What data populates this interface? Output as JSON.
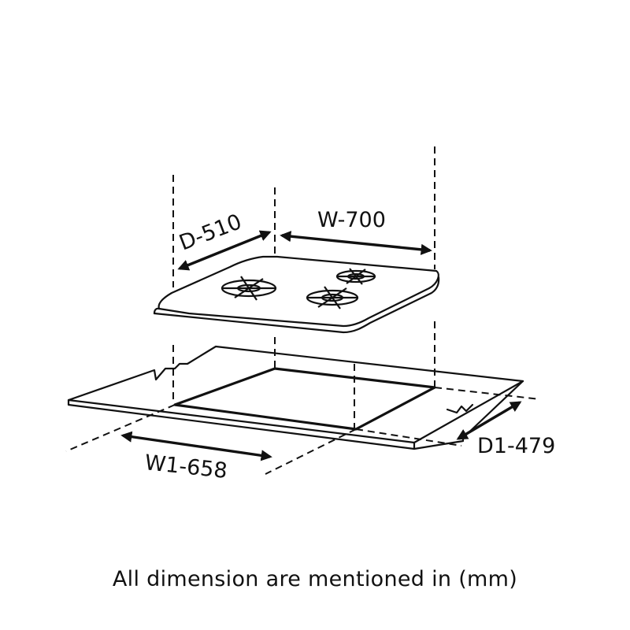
{
  "labels": {
    "depth": "D-510",
    "width": "W-700",
    "cutout_width": "W1-658",
    "cutout_depth": "D1-479"
  },
  "caption": "All dimension are mentioned in (mm)"
}
